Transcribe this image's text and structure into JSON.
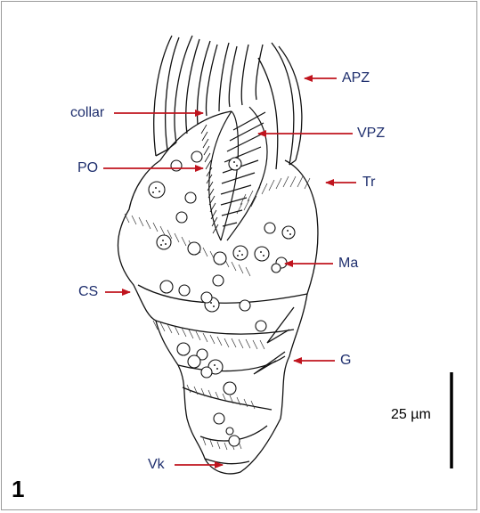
{
  "figure": {
    "number": "1",
    "scale_bar_label": "25 µm"
  },
  "labels": {
    "apz": "APZ",
    "collar": "collar",
    "vpz": "VPZ",
    "po": "PO",
    "tr": "Tr",
    "ma": "Ma",
    "cs": "CS",
    "g": "G",
    "vk": "Vk"
  },
  "colors": {
    "label_text": "#1f2f6e",
    "arrow": "#c0141e",
    "drawing": "#111111"
  }
}
